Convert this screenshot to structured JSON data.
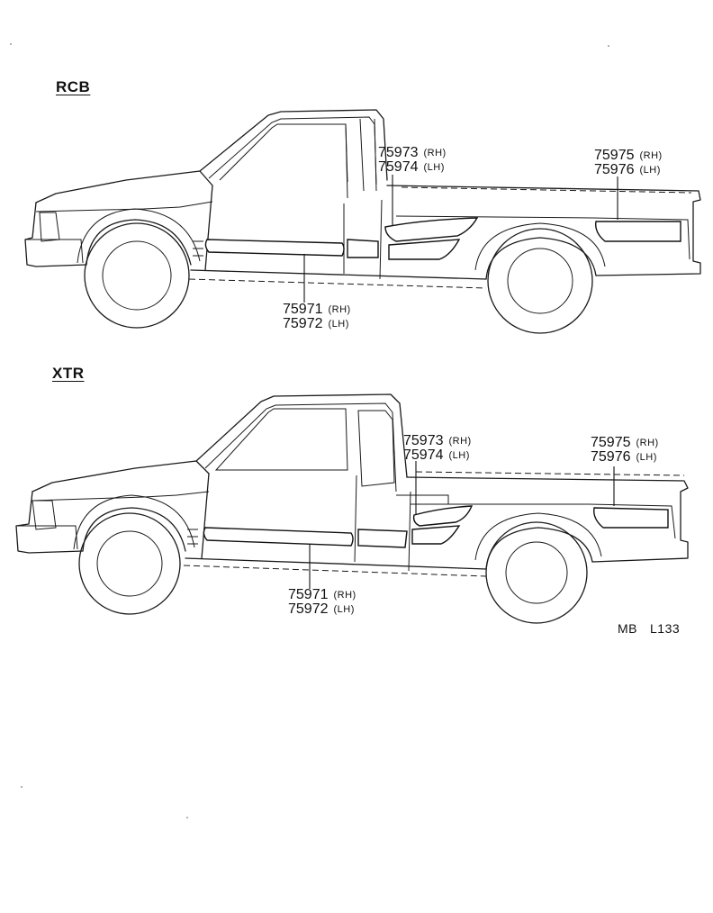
{
  "variants": [
    {
      "label": "RCB",
      "callouts": [
        {
          "lines": [
            {
              "num": "75973",
              "side": "(RH)"
            },
            {
              "num": "75974",
              "side": "(LH)"
            }
          ]
        },
        {
          "lines": [
            {
              "num": "75975",
              "side": "(RH)"
            },
            {
              "num": "75976",
              "side": "(LH)"
            }
          ]
        },
        {
          "lines": [
            {
              "num": "75971",
              "side": "(RH)"
            },
            {
              "num": "75972",
              "side": "(LH)"
            }
          ]
        }
      ]
    },
    {
      "label": "XTR",
      "callouts": [
        {
          "lines": [
            {
              "num": "75973",
              "side": "(RH)"
            },
            {
              "num": "75974",
              "side": "(LH)"
            }
          ]
        },
        {
          "lines": [
            {
              "num": "75975",
              "side": "(RH)"
            },
            {
              "num": "75976",
              "side": "(LH)"
            }
          ]
        },
        {
          "lines": [
            {
              "num": "75971",
              "side": "(RH)"
            },
            {
              "num": "75972",
              "side": "(LH)"
            }
          ]
        }
      ]
    }
  ],
  "reference": {
    "prefix": "MB",
    "code": "L133"
  }
}
